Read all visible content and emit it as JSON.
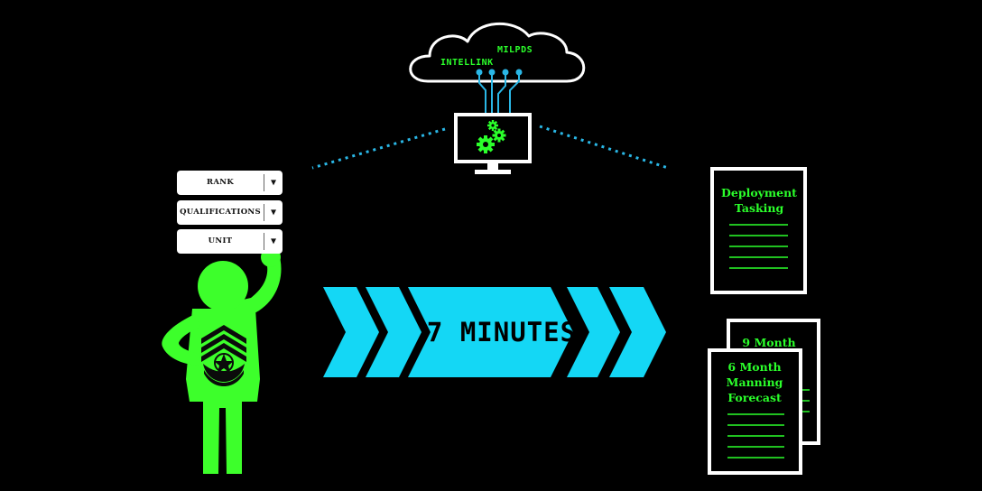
{
  "cloud": {
    "labels": [
      "INTELLINK",
      "MILPDS"
    ]
  },
  "dropdowns": [
    {
      "label": "RANK"
    },
    {
      "label": "QUALIFICATIONS"
    },
    {
      "label": "UNIT"
    }
  ],
  "banner": {
    "text": "7 MINUTES"
  },
  "documents": {
    "deployment": {
      "title_lines": [
        "Deployment",
        "Tasking"
      ]
    },
    "nine_month": {
      "title_lines": [
        "9 Month"
      ]
    },
    "six_month": {
      "title_lines": [
        "6 Month",
        "Manning",
        "Forecast"
      ]
    }
  },
  "colors": {
    "background": "#000000",
    "figure_green": "#3dff2b",
    "text_green": "#2bff2b",
    "chevron_cyan": "#14d7f5",
    "dotted_cyan": "#2ab7e6",
    "white": "#ffffff"
  },
  "icons": {
    "cloud": "cloud-icon",
    "monitor": "monitor-gears-icon",
    "person": "airman-figure-icon",
    "rank_insignia": "master-sergeant-insignia-icon"
  }
}
